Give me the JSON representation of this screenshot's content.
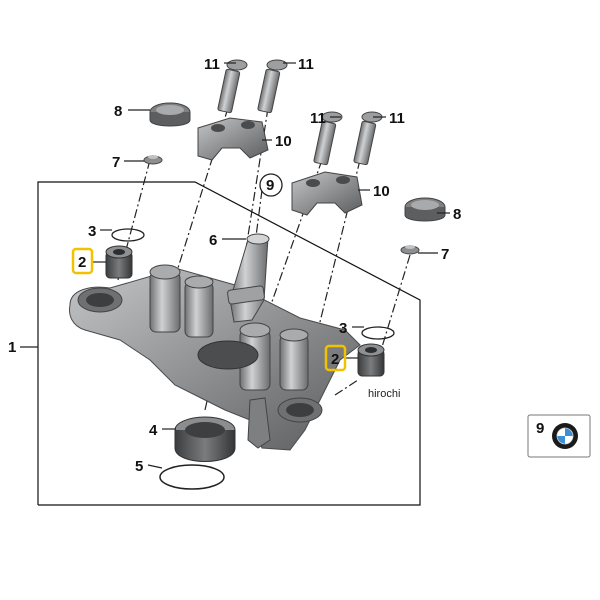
{
  "callouts": {
    "c1": "1",
    "c2a": "2",
    "c2b": "2",
    "c3a": "3",
    "c3b": "3",
    "c4": "4",
    "c5": "5",
    "c6": "6",
    "c7a": "7",
    "c7b": "7",
    "c8a": "8",
    "c8b": "8",
    "c9": "9",
    "c9box": "9",
    "c10a": "10",
    "c10b": "10",
    "c11a": "11",
    "c11b": "11",
    "c11c": "11",
    "c11d": "11"
  },
  "watermark": "hirochi",
  "colors": {
    "highlight": "#f2c200",
    "part_grey": "#8a8c8e",
    "part_dark": "#5d5f61",
    "part_light": "#b9bbbd",
    "bmw_blue": "#3a8fd6"
  }
}
